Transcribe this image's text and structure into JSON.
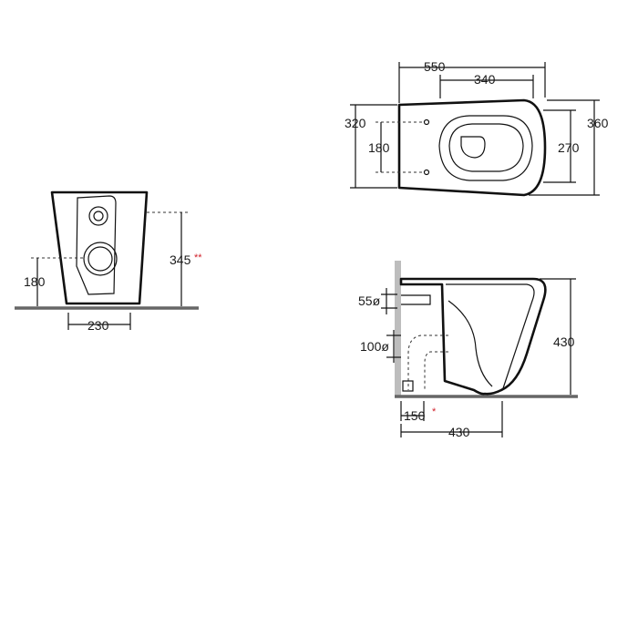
{
  "colors": {
    "line": "#111111",
    "floor": "#666666",
    "accent": "#d0202a"
  },
  "front_view": {
    "height": "345",
    "height_mark": "**",
    "outlet_height": "180",
    "width": "230"
  },
  "top_view": {
    "length": "550",
    "fixing_distance": "340",
    "width": "320",
    "fixing_spacing": "180",
    "bowl_width": "270",
    "overall_width": "360"
  },
  "side_view": {
    "supply_diameter": "55ø",
    "drain_diameter": "100ø",
    "drain_offset": "150",
    "drain_offset_mark": "*",
    "depth": "430",
    "height": "430"
  }
}
